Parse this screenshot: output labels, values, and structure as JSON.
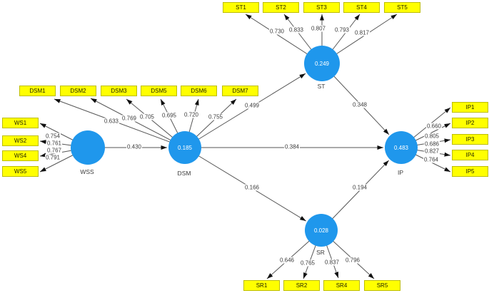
{
  "diagram": {
    "type": "pls-sem-path-model",
    "colors": {
      "indicator_fill": "#ffff00",
      "indicator_border": "#bdbd00",
      "construct_fill": "#1f97ec",
      "construct_value_text": "#ffffff",
      "edge_line": "#565656",
      "label_text": "#3c3c3c",
      "background": "#ffffff"
    },
    "constructs": [
      {
        "id": "WSS",
        "label": "WSS",
        "value": ""
      },
      {
        "id": "DSM",
        "label": "DSM",
        "value": "0.185"
      },
      {
        "id": "ST",
        "label": "ST",
        "value": "0.249"
      },
      {
        "id": "IP",
        "label": "IP",
        "value": "0.483"
      },
      {
        "id": "SR",
        "label": "SR",
        "value": "0.028"
      }
    ],
    "indicators": [
      {
        "id": "ST1",
        "label": "ST1",
        "loading": "0.730",
        "construct": "ST"
      },
      {
        "id": "ST2",
        "label": "ST2",
        "loading": "0.833",
        "construct": "ST"
      },
      {
        "id": "ST3",
        "label": "ST3",
        "loading": "0.807",
        "construct": "ST"
      },
      {
        "id": "ST4",
        "label": "ST4",
        "loading": "0.793",
        "construct": "ST"
      },
      {
        "id": "ST5",
        "label": "ST5",
        "loading": "0.817",
        "construct": "ST"
      },
      {
        "id": "DSM1",
        "label": "DSM1",
        "loading": "0.633",
        "construct": "DSM"
      },
      {
        "id": "DSM2",
        "label": "DSM2",
        "loading": "0.769",
        "construct": "DSM"
      },
      {
        "id": "DSM3",
        "label": "DSM3",
        "loading": "0.705",
        "construct": "DSM"
      },
      {
        "id": "DSM5",
        "label": "DSM5",
        "loading": "0.695",
        "construct": "DSM"
      },
      {
        "id": "DSM6",
        "label": "DSM6",
        "loading": "0.720",
        "construct": "DSM"
      },
      {
        "id": "DSM7",
        "label": "DSM7",
        "loading": "0.755",
        "construct": "DSM"
      },
      {
        "id": "WS1",
        "label": "WS1",
        "loading": "0.754",
        "construct": "WSS"
      },
      {
        "id": "WS2",
        "label": "WS2",
        "loading": "0.761",
        "construct": "WSS"
      },
      {
        "id": "WS4",
        "label": "WS4",
        "loading": "0.767",
        "construct": "WSS"
      },
      {
        "id": "WS5",
        "label": "WS5",
        "loading": "0.791",
        "construct": "WSS"
      },
      {
        "id": "IP1",
        "label": "IP1",
        "loading": "0.660",
        "construct": "IP"
      },
      {
        "id": "IP2",
        "label": "IP2",
        "loading": "0.805",
        "construct": "IP"
      },
      {
        "id": "IP3",
        "label": "IP3",
        "loading": "0.686",
        "construct": "IP"
      },
      {
        "id": "IP4",
        "label": "IP4",
        "loading": "0.827",
        "construct": "IP"
      },
      {
        "id": "IP5",
        "label": "IP5",
        "loading": "0.764",
        "construct": "IP"
      },
      {
        "id": "SR1",
        "label": "SR1",
        "loading": "0.646",
        "construct": "SR"
      },
      {
        "id": "SR2",
        "label": "SR2",
        "loading": "0.765",
        "construct": "SR"
      },
      {
        "id": "SR4",
        "label": "SR4",
        "loading": "0.837",
        "construct": "SR"
      },
      {
        "id": "SR5",
        "label": "SR5",
        "loading": "0.796",
        "construct": "SR"
      }
    ],
    "paths": [
      {
        "from": "WSS",
        "to": "DSM",
        "value": "0.430"
      },
      {
        "from": "DSM",
        "to": "ST",
        "value": "0.499"
      },
      {
        "from": "DSM",
        "to": "IP",
        "value": "0.384"
      },
      {
        "from": "DSM",
        "to": "SR",
        "value": "0.166"
      },
      {
        "from": "ST",
        "to": "IP",
        "value": "0.348"
      },
      {
        "from": "SR",
        "to": "IP",
        "value": "0.194"
      }
    ]
  }
}
